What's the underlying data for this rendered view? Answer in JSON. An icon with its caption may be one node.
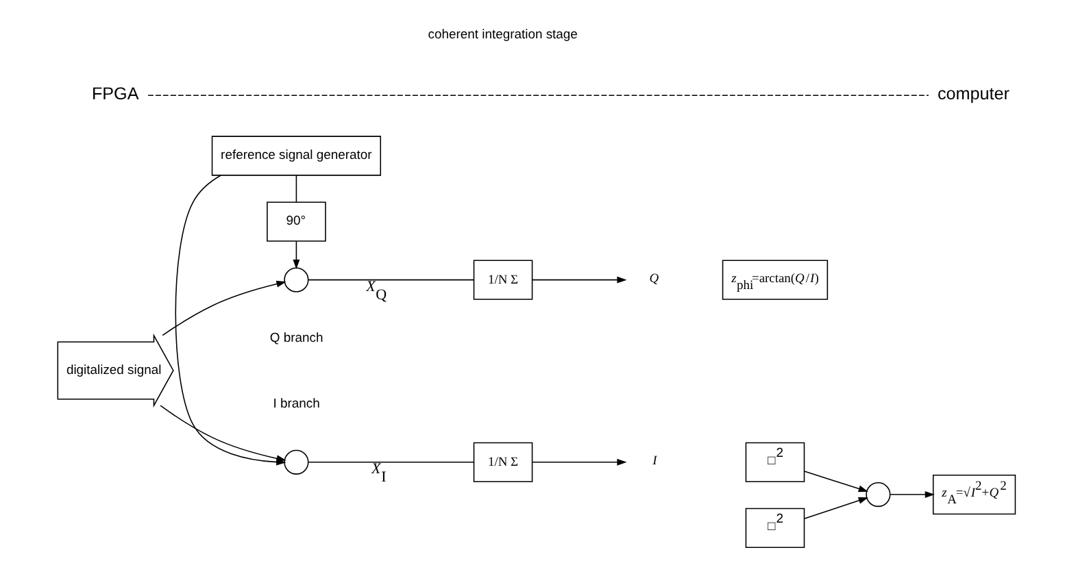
{
  "diagram": {
    "nodes": [
      {
        "text": [
          "digitalized signal"
        ]
      },
      {
        "text": [],
        "shape": "circle"
      },
      {
        "text": [
          "reference signal generator"
        ]
      },
      {
        "text": [
          "90°"
        ]
      },
      {
        "text": [],
        "shape": "circle"
      },
      {
        "text": [
          "1/N Σ"
        ]
      },
      {
        "text": [
          "1/N Σ"
        ]
      },
      {
        "text": [
          "*I*"
        ]
      },
      {
        "text": [
          "*Q*"
        ]
      },
      {
        "text": [
          "□$^{2}$"
        ]
      },
      {
        "text": [
          "□$^{2}$"
        ]
      },
      {
        "text": [],
        "shape": "circle"
      },
      {
        "text": [
          "*z*$_{A}$=√*I*$^{2}$+*Q*$^{2}$"
        ]
      },
      {
        "text": [
          "*z*$_{phi}$=arctan(*Q*/*I*)"
        ]
      }
    ],
    "edges": [
      {
        "from": 0,
        "to": 1,
        "arrow": "to"
      },
      {
        "from": 0,
        "to": 4,
        "arrow": "to"
      },
      {
        "from": 2,
        "to": 1,
        "arrow": "to"
      },
      {
        "from": 2,
        "to": 3,
        "arrow": "none"
      },
      {
        "from": 3,
        "to": 4,
        "arrow": "to"
      },
      {
        "from": 1,
        "to": 5,
        "arrow": "none",
        "label": "*X*$_{I}$"
      },
      {
        "from": 4,
        "to": 6,
        "arrow": "none",
        "label": "*X*$_{Q}$"
      },
      {
        "from": 5,
        "to": 7,
        "arrow": "to"
      },
      {
        "from": 6,
        "to": 8,
        "arrow": "to"
      },
      {
        "from": 9,
        "to": 11,
        "arrow": "to"
      },
      {
        "from": 10,
        "to": 11,
        "arrow": "to"
      },
      {
        "from": 11,
        "to": 12,
        "arrow": "to"
      }
    ],
    "labels": [
      "FPGA",
      "computer",
      "coherent integration stage",
      "I branch",
      "Q branch"
    ]
  }
}
